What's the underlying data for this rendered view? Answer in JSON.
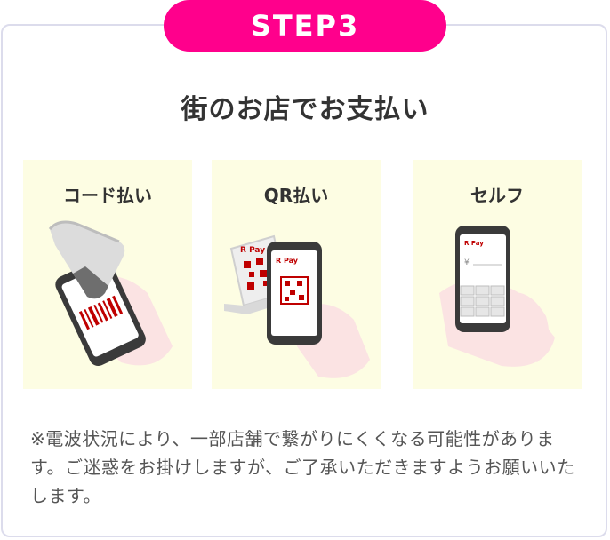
{
  "step_label": "STEP3",
  "title": "街のお店でお支払い",
  "panels": [
    {
      "label": "コード払い",
      "icon": "barcode-scan-illustration"
    },
    {
      "label": "QR払い",
      "icon": "qr-scan-illustration"
    },
    {
      "label": "セルフ",
      "icon": "self-input-illustration"
    }
  ],
  "pay_logo": "R Pay",
  "yen_mark": "¥",
  "note": "※電波状況により、一部店舗で繋がりにくくなる可能性があります。ご迷惑をお掛けしますが、ご了承いただきますようお願いいたします。",
  "colors": {
    "accent": "#ff008c",
    "panel_bg": "#fdfde3",
    "pay_red": "#bf0000"
  }
}
